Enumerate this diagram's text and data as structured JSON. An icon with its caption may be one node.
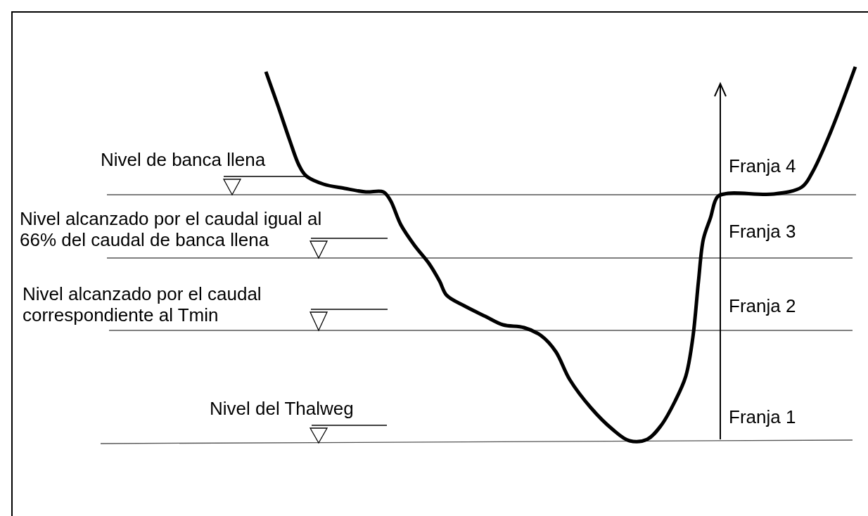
{
  "diagram": {
    "labels": [
      "Nivel de banca llena",
      "Franja 4",
      "Nivel alcanzado por el caudal igual al 66% del caudal de banca llena",
      "Franja 3",
      "Nivel alcanzado por el caudal correspondiente al Tmin",
      "Franja 2",
      "Nivel del Thalweg",
      "Franja 1"
    ]
  }
}
